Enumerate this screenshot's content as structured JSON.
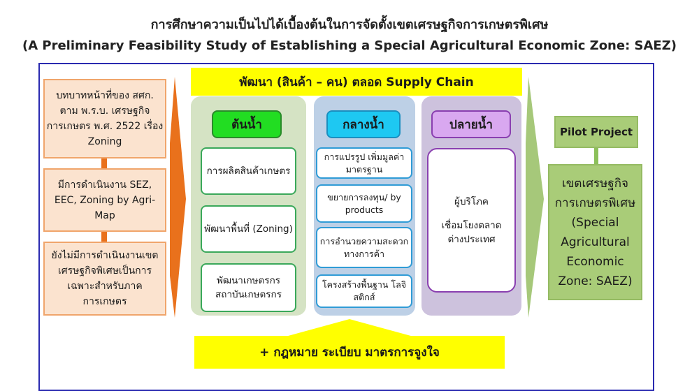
{
  "title": {
    "thai": "การศึกษาความเป็นไปได้เบื้องต้นในการจัดตั้งเขตเศรษฐกิจการเกษตรพิเศษ",
    "english": "(A Preliminary Feasibility Study of Establishing a Special Agricultural Economic Zone: SAEZ)"
  },
  "left_boxes": [
    "บทบาทหน้าที่ของ สศก. ตาม พ.ร.บ. เศรษฐกิจการเกษตร พ.ศ. 2522 เรื่อง Zoning",
    "มีการดำเนินงาน SEZ, EEC, Zoning by Agri-Map",
    "ยังไม่มีการดำเนินงานเขตเศรษฐกิจพิเศษเป็นการเฉพาะสำหรับภาคการเกษตร"
  ],
  "top_banner": "พัฒนา (สินค้า – คน) ตลอด Supply Chain",
  "columns": {
    "upstream": {
      "header": "ต้นน้ำ",
      "items": [
        "การผลิตสินค้าเกษตร",
        "พัฒนาพื้นที่ (Zoning)",
        "พัฒนาเกษตรกร สถาบันเกษตรกร"
      ]
    },
    "midstream": {
      "header": "กลางน้ำ",
      "items": [
        "การแปรรูป เพิ่มมูลค่า มาตรฐาน",
        "ขยายการลงทุน/ by products",
        "การอำนวยความสะดวกทางการค้า",
        "โครงสร้างพื้นฐาน โลจิสติกส์"
      ]
    },
    "downstream": {
      "header": "ปลายน้ำ",
      "items": [
        "ผู้บริโภค",
        "เชื่อมโยงตลาดต่างประเทศ"
      ]
    }
  },
  "pilot_project": "Pilot Project",
  "saez": "เขตเศรษฐกิจการเกษตรพิเศษ (Special Agricultural Economic Zone: SAEZ)",
  "bottom_banner": "+ กฎหมาย ระเบียบ มาตรการจูงใจ",
  "colors": {
    "frame": "#2a2ab0",
    "orange": "#e9711c",
    "yellow": "#ffff00",
    "green_header": "#22dd22",
    "blue_header": "#1ec8f2",
    "purple_header": "#d9a8f0"
  }
}
